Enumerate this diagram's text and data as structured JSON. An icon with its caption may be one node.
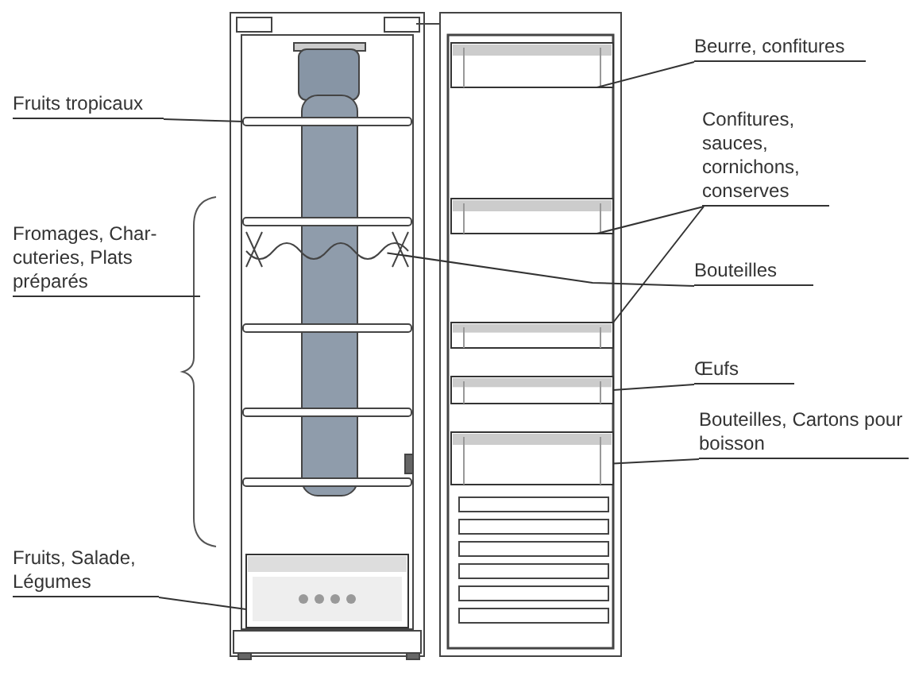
{
  "diagram": {
    "nodes": [
      {
        "text": [
          "Fruits tropicaux"
        ]
      },
      {
        "text": [],
        "shape": "shelf"
      },
      {
        "text": [
          "Bouteilles"
        ]
      },
      {
        "text": [],
        "shape": "rack"
      },
      {
        "text": [
          "Beurre, confitures"
        ]
      },
      {
        "text": [],
        "shape": "bin"
      },
      {
        "text": [
          "Confitures, sauces, cornichons, conserves"
        ]
      },
      {
        "text": [],
        "shape": "bin"
      },
      {
        "text": [],
        "shape": "bin"
      },
      {
        "text": [
          "Œufs"
        ]
      },
      {
        "text": [],
        "shape": "bin"
      },
      {
        "text": [
          "Bouteilles, Cartons pour boisson"
        ]
      },
      {
        "text": [],
        "shape": "bin"
      },
      {
        "text": [
          "Fruits, Salade, Légumes"
        ]
      },
      {
        "text": [],
        "shape": "drawer"
      }
    ],
    "edges": [
      {
        "from": 0,
        "to": 1,
        "arrow": "none"
      },
      {
        "from": 2,
        "to": 3,
        "arrow": "none"
      },
      {
        "from": 4,
        "to": 5,
        "arrow": "none"
      },
      {
        "from": 6,
        "to": 7,
        "arrow": "none"
      },
      {
        "from": 6,
        "to": 8,
        "arrow": "none"
      },
      {
        "from": 9,
        "to": 10,
        "arrow": "none"
      },
      {
        "from": 11,
        "to": 12,
        "arrow": "none"
      },
      {
        "from": 13,
        "to": 14,
        "arrow": "none"
      }
    ],
    "labels": [
      "Fromages, Char-cuteries, Plats préparés"
    ]
  }
}
